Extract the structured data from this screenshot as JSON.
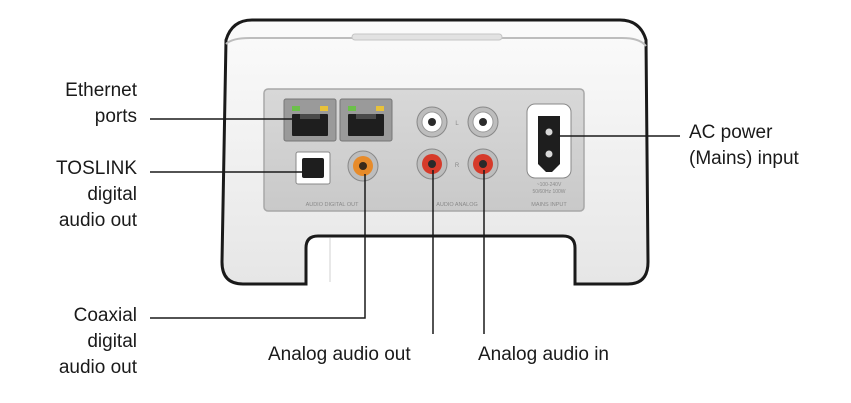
{
  "callouts": {
    "ethernet": "Ethernet\nports",
    "toslink": "TOSLINK\ndigital\naudio out",
    "coaxial": "Coaxial\ndigital\naudio out",
    "analog_out": "Analog audio out",
    "analog_in": "Analog audio in",
    "ac_power": "AC power\n(Mains) input"
  },
  "panel_labels": {
    "digital_section": "AUDIO DIGITAL OUT",
    "analog_section": "AUDIO ANALOG",
    "mains_section": "MAINS INPUT",
    "ch_top": "L",
    "ch_bottom": "R",
    "power_rating_1": "~100-240V",
    "power_rating_2": "50/60Hz  100W"
  },
  "colors": {
    "body": "#f2f2f2",
    "panel": "#d4d4d4",
    "jack_red": "#d63a2a",
    "jack_white": "#ffffff",
    "coax_orange": "#e78b2a",
    "led_green": "#6cc04a",
    "led_amber": "#e8c23a"
  }
}
